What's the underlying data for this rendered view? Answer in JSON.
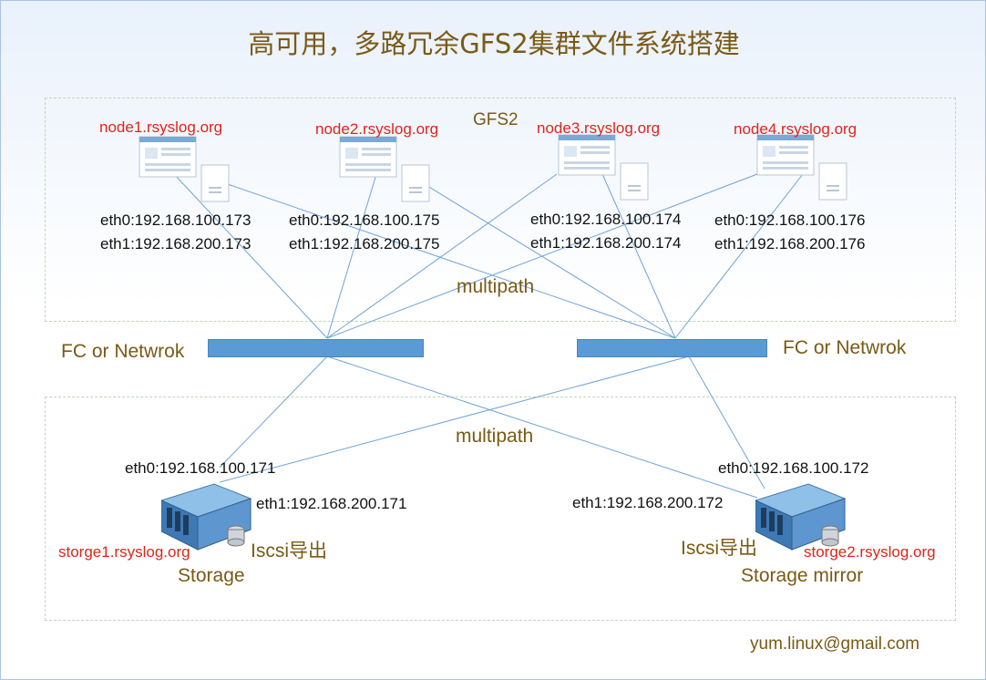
{
  "title": "高可用，多路冗余GFS2集群文件系统搭建",
  "gfs_label": "GFS2",
  "nodes": [
    {
      "name": "node1.rsyslog.org",
      "eth0": "eth0:192.168.100.173",
      "eth1": "eth1:192.168.200.173"
    },
    {
      "name": "node2.rsyslog.org",
      "eth0": "eth0:192.168.100.175",
      "eth1": "eth1:192.168.200.175"
    },
    {
      "name": "node3.rsyslog.org",
      "eth0": "eth0:192.168.100.174",
      "eth1": "eth1:192.168.200.174"
    },
    {
      "name": "node4.rsyslog.org",
      "eth0": "eth0:192.168.100.176",
      "eth1": "eth1:192.168.200.176"
    }
  ],
  "multipath_top": "multipath",
  "multipath_bottom": "multipath",
  "switch_left": "FC or Netwrok",
  "switch_right": "FC or Netwrok",
  "storage": [
    {
      "name": "storge1.rsyslog.org",
      "eth0": "eth0:192.168.100.171",
      "eth1": "eth1:192.168.200.171",
      "export": "Iscsi导出",
      "role": "Storage"
    },
    {
      "name": "storge2.rsyslog.org",
      "eth0": "eth0:192.168.100.172",
      "eth1": "eth1:192.168.200.172",
      "export": "Iscsi导出",
      "role": "Storage mirror"
    }
  ],
  "email": "yum.linux@gmail.com",
  "colors": {
    "accent": "#5b9bd5",
    "label_red": "#e2231a",
    "label_brown": "#7a5a14",
    "zone_border": "#bcd8b8"
  }
}
